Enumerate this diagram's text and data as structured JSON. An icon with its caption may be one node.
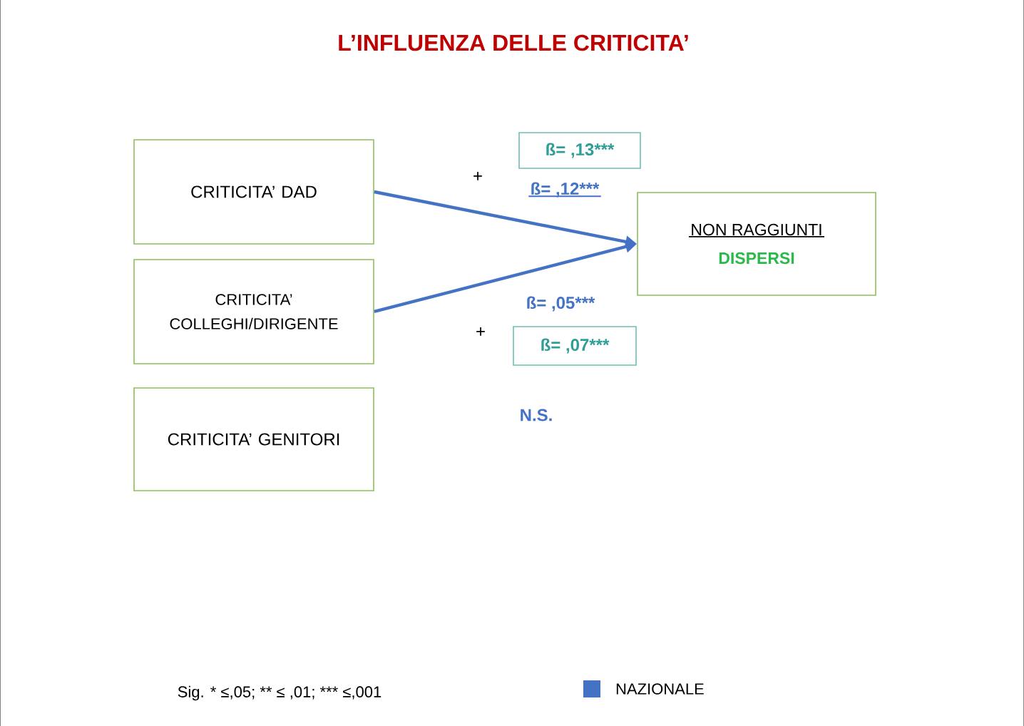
{
  "diagram": {
    "title": "L’INFLUENZA DELLE CRITICITA’",
    "nodes": [
      {
        "text": [
          "CRITICITA’ DAD"
        ]
      },
      {
        "text": [
          "CRITICITA’ COLLEGHI/DIRIGENTE"
        ]
      },
      {
        "text": [
          "CRITICITA’ GENITORI"
        ]
      },
      {
        "text": [
          "NON RAGGIUNTI",
          "DISPERSI"
        ]
      },
      {
        "text": [
          "ß= ,13***"
        ]
      },
      {
        "text": [
          "ß= ,07***"
        ]
      }
    ],
    "edges": [
      {
        "from": 0,
        "to": 3,
        "arrow": "to"
      },
      {
        "from": 1,
        "to": 3,
        "arrow": "to"
      }
    ],
    "labels": [
      "+",
      "ß= ,12***",
      "ß= ,05***",
      "+",
      "N.S.",
      "Sig. * ≤,05; ** ≤ ,01; *** ≤,001"
    ],
    "legend": [
      {
        "text": "NAZIONALE",
        "color": "#4472c4"
      }
    ]
  }
}
